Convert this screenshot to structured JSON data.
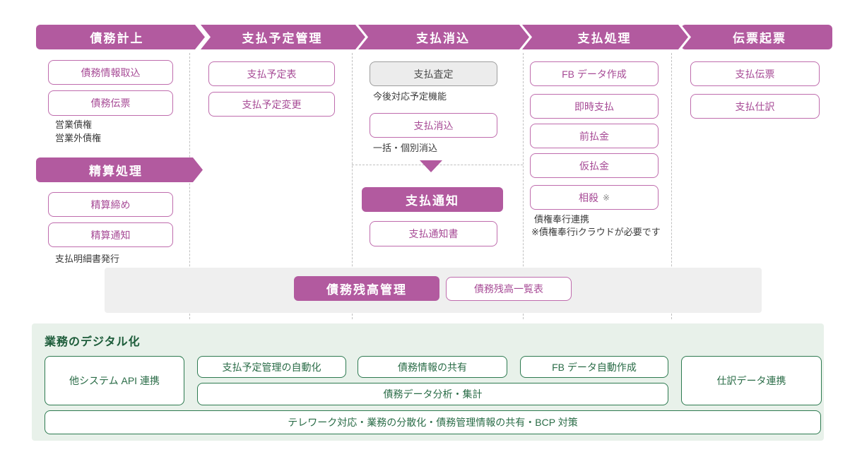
{
  "colors": {
    "accent_magenta": "#b25a9f",
    "box_border_magenta": "#bf6cad",
    "box_text_magenta": "#a74b96",
    "planned_gray_bg": "#ececec",
    "balance_band_bg": "#efefef",
    "digital_bg": "#e8f1ea",
    "digital_green": "#2d7a50",
    "note_text": "#3b3b3b"
  },
  "process_columns": [
    {
      "header": "債務計上",
      "boxes": [
        "債務情報取込",
        "債務伝票"
      ],
      "notes": [
        "営業債権",
        "営業外債権"
      ],
      "sub_header": "精算処理",
      "sub_boxes": [
        "精算締め",
        "精算通知"
      ],
      "sub_note": "支払明細書発行"
    },
    {
      "header": "支払予定管理",
      "boxes": [
        "支払予定表",
        "支払予定変更"
      ]
    },
    {
      "header": "支払消込",
      "planned_box": "支払査定",
      "planned_note": "今後対応予定機能",
      "boxes": [
        "支払消込"
      ],
      "box_note": "一括・個別消込",
      "notice_header": "支払通知",
      "notice_box": "支払通知書"
    },
    {
      "header": "支払処理",
      "boxes": [
        "FB データ作成",
        "即時支払",
        "前払金",
        "仮払金"
      ],
      "offset_box": {
        "label": "相殺",
        "mark": "※"
      },
      "notes": [
        "債権奉行連携",
        "※債権奉行iクラウドが必要です"
      ]
    },
    {
      "header": "伝票起票",
      "boxes": [
        "支払伝票",
        "支払仕訳"
      ]
    }
  ],
  "balance_band": {
    "title": "債務残高管理",
    "box": "債務残高一覧表"
  },
  "digital_section": {
    "title": "業務のデジタル化",
    "left_box": "他システム API 連携",
    "row_boxes": [
      "支払予定管理の自動化",
      "債務情報の共有",
      "FB データ自動作成"
    ],
    "wide_box": "債務データ分析・集計",
    "right_box": "仕訳データ連携",
    "bottom_box": "テレワーク対応・業務の分散化・債務管理情報の共有・BCP 対策"
  }
}
